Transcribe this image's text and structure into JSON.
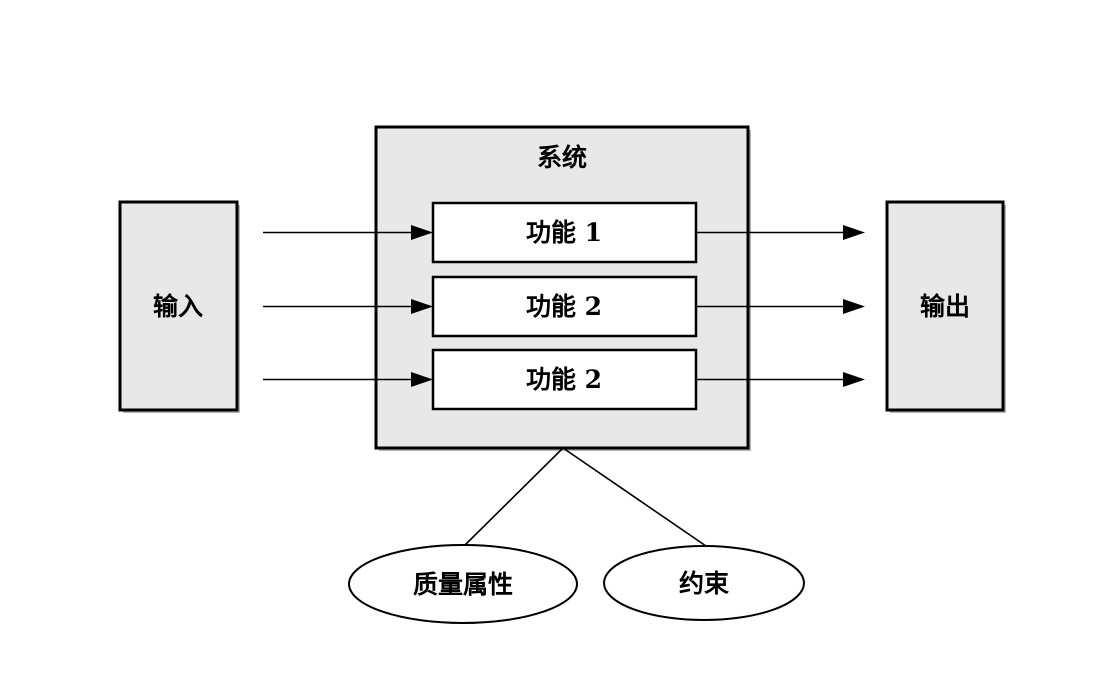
{
  "diagram": {
    "system": {
      "title": "系统",
      "functions": [
        {
          "label": "功能 1"
        },
        {
          "label": "功能 2"
        },
        {
          "label": "功能 2"
        }
      ]
    },
    "input": {
      "label": "输入"
    },
    "output": {
      "label": "输出"
    },
    "quality": {
      "label": "质量属性"
    },
    "constraints": {
      "label": "约束"
    },
    "colors": {
      "box_fill": "#e8e8e8",
      "box_stroke": "#000000",
      "inner_fill": "#ffffff",
      "shadow": "#b3b3b3",
      "background": "#ffffff"
    }
  }
}
